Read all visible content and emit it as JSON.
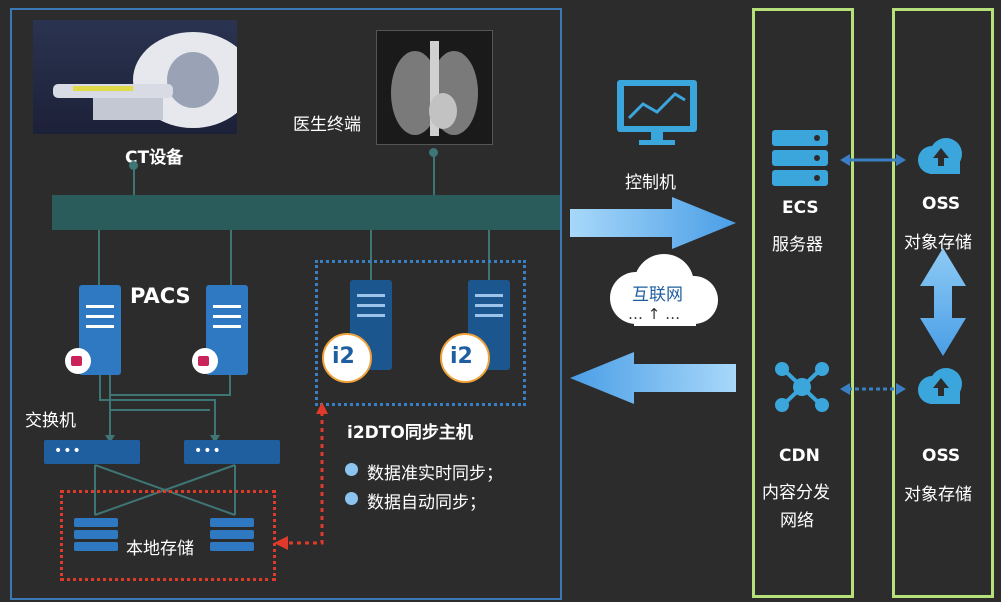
{
  "labels": {
    "ct_device": "CT设备",
    "doctor_terminal": "医生终端",
    "pacs": "PACS",
    "switch": "交换机",
    "local_storage": "本地存储",
    "i2dto_host": "i2DTO同步主机",
    "bullet_1": "数据准实时同步；",
    "bullet_2": "数据自动同步；",
    "control_machine": "控制机",
    "internet": "互联网",
    "internet_dots": "… ↑ …",
    "ecs_title": "ECS",
    "ecs_sub": "服务器",
    "cdn_title": "CDN",
    "cdn_sub1": "内容分发",
    "cdn_sub2": "网络",
    "oss1_title": "OSS",
    "oss1_sub": "对象存储",
    "oss2_title": "OSS",
    "oss2_sub": "对象存储",
    "i2_logo_1": "i2",
    "i2_logo_2": "i2",
    "switch_dots_1": "•••",
    "switch_dots_2": "•••"
  },
  "icons": {
    "ct_scanner": "ct-scanner-image",
    "xray": "chest-xray-image",
    "monitor": "monitor-chart-icon",
    "cloud": "cloud-icon",
    "ecs": "server-stack-icon",
    "cdn": "network-node-icon",
    "oss": "cloud-upload-icon"
  },
  "colors": {
    "background": "#2c2c2c",
    "frame_blue": "#3a79b6",
    "column_green": "#b6e07a",
    "bus": "#2a5c5c",
    "server_blue": "#2f79c2",
    "red_dotted": "#e03a2a",
    "arrow_light": "#8ecbf5"
  }
}
